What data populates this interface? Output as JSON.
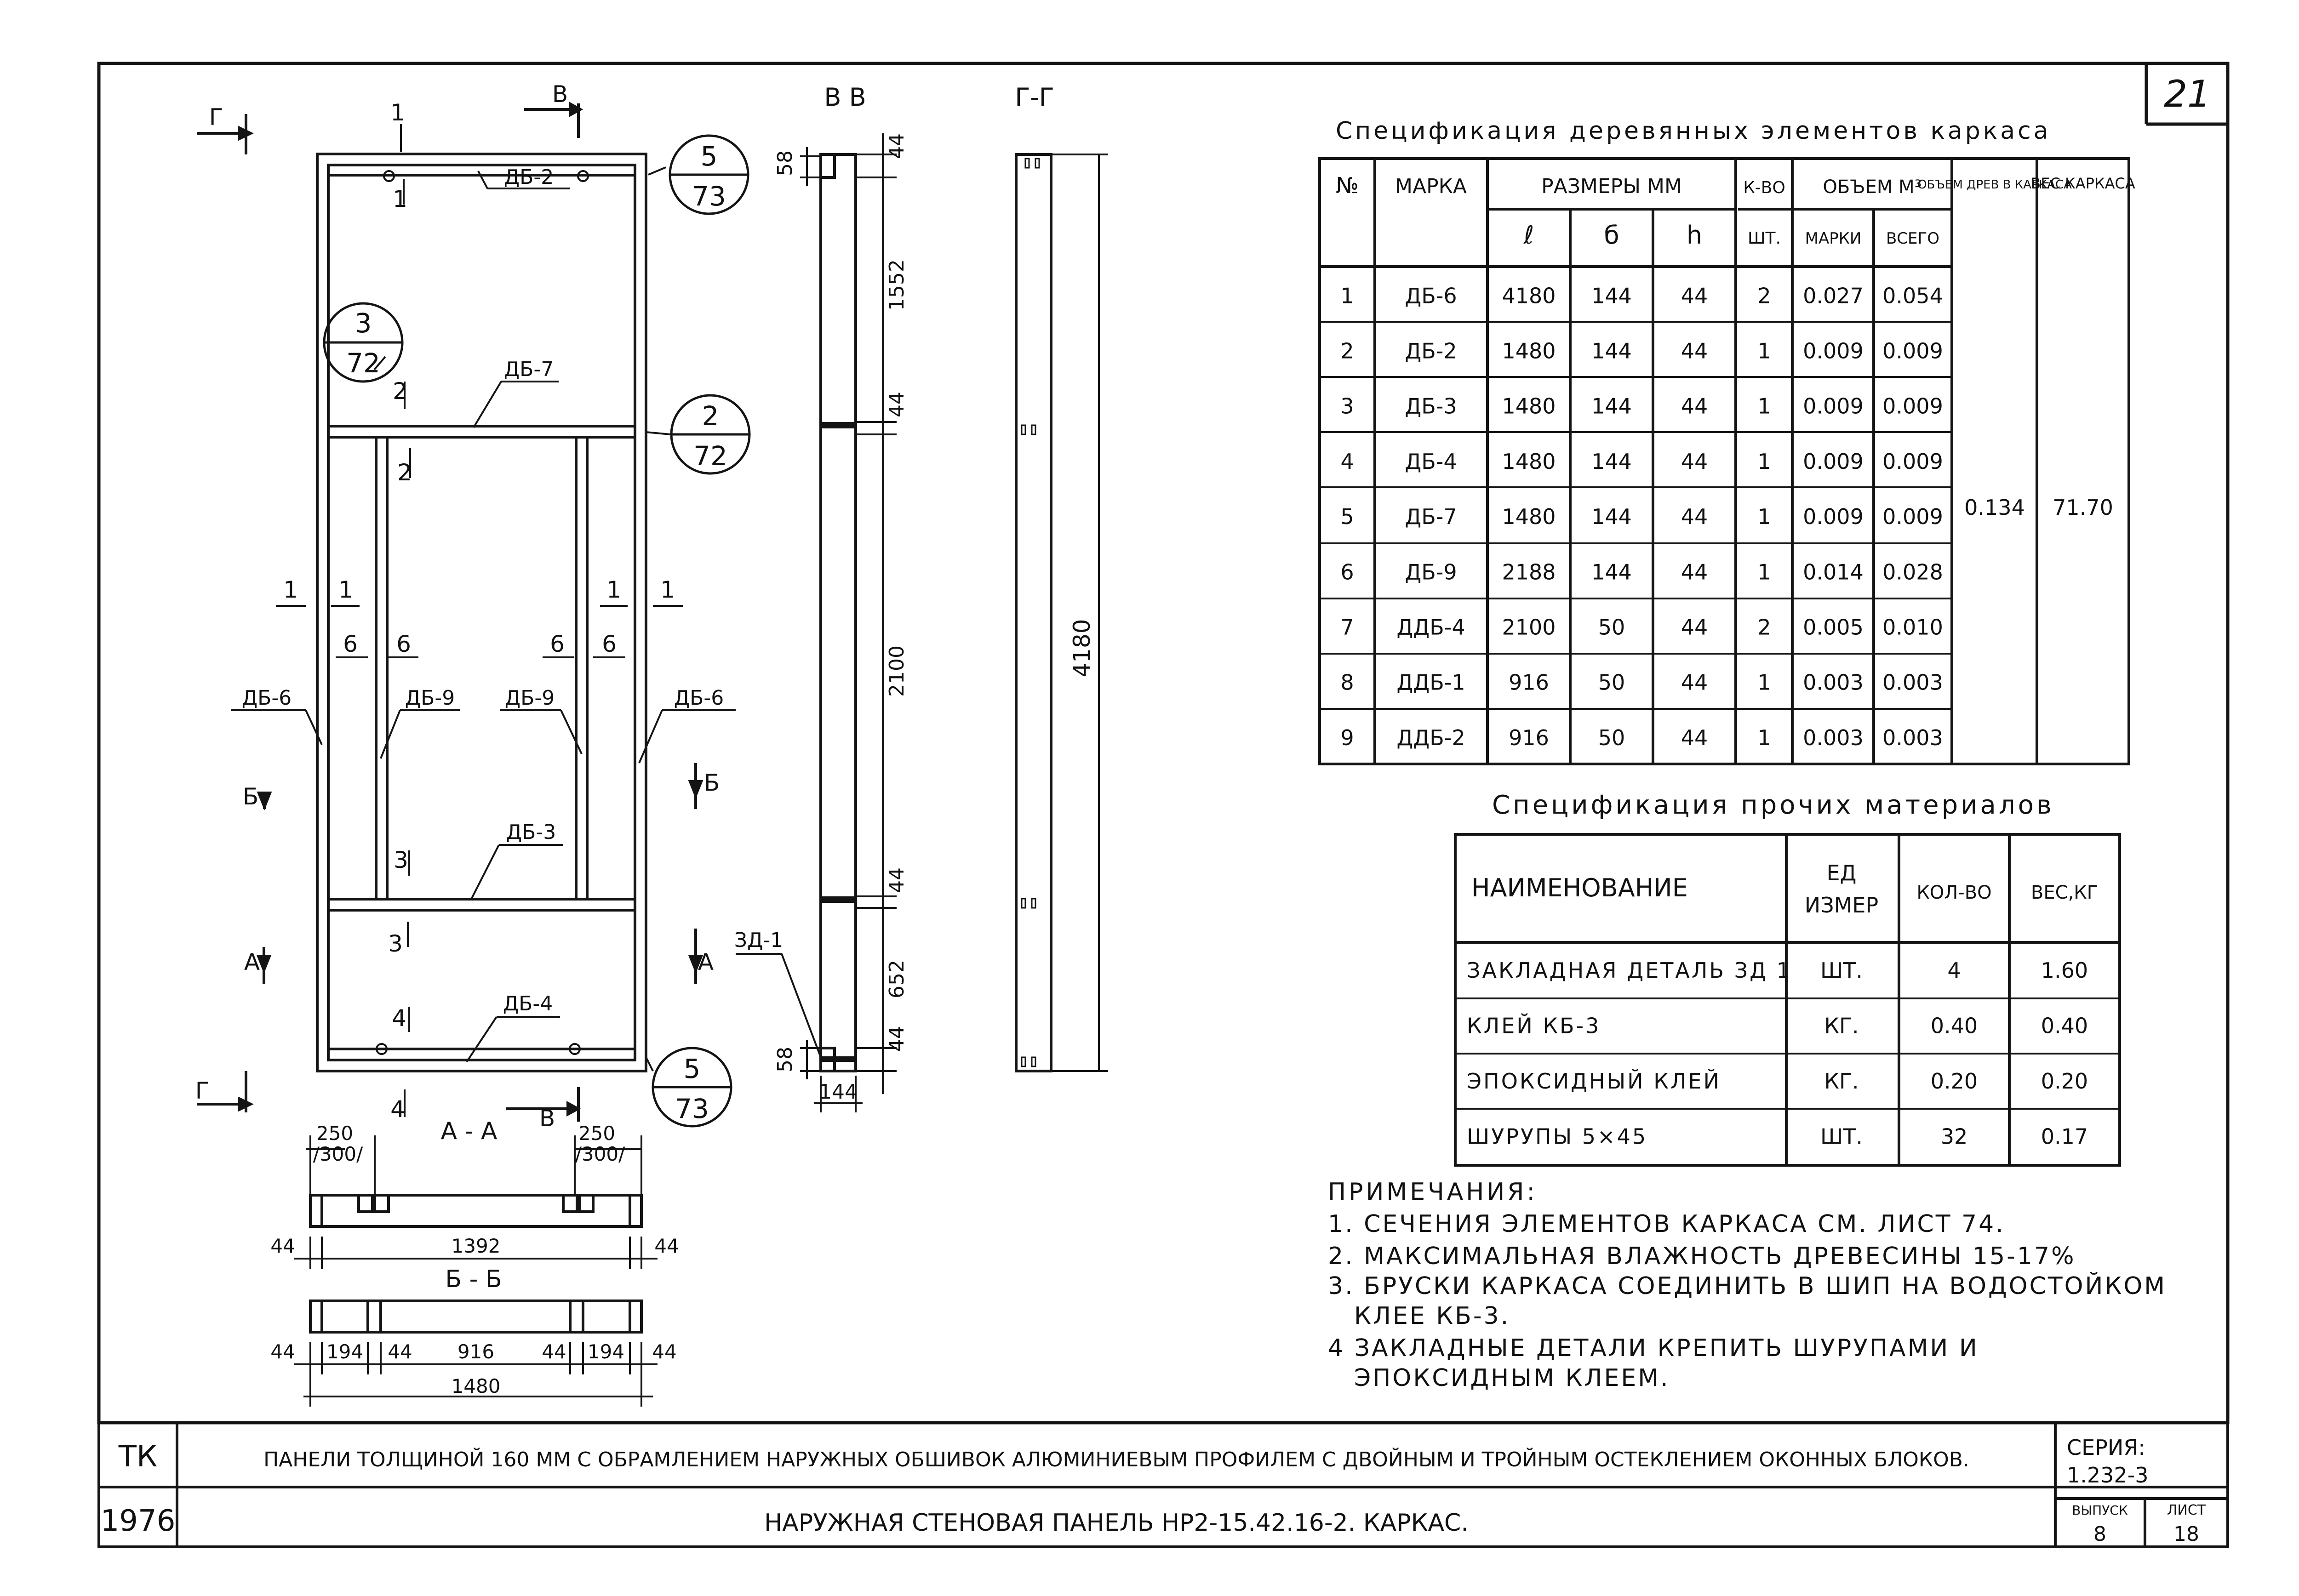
{
  "sheet": {
    "number": "21",
    "line_color": "#141414",
    "background": "#ffffff"
  },
  "front_view": {
    "cut_labels": {
      "g": "Г",
      "v": "В",
      "one": "1",
      "two": "2",
      "three": "3",
      "four": "4",
      "six": "6",
      "b": "Б",
      "a": "А"
    },
    "callouts": [
      {
        "num": "5",
        "den": "73"
      },
      {
        "num": "3",
        "den": "72"
      },
      {
        "num": "2",
        "den": "72"
      },
      {
        "num": "5",
        "den": "73"
      }
    ],
    "member_labels": {
      "db2": "ДБ-2",
      "db7": "ДБ-7",
      "db6": "ДБ-6",
      "db9": "ДБ-9",
      "db3": "ДБ-3",
      "db4": "ДБ-4",
      "zd1": "ЗД-1"
    }
  },
  "section_vv": {
    "title": "В В",
    "dims": [
      "44",
      "58",
      "1552",
      "44",
      "2100",
      "44",
      "652",
      "44",
      "58",
      "144"
    ]
  },
  "section_gg": {
    "title": "Г-Г",
    "length": "4180"
  },
  "section_aa": {
    "title": "А - А",
    "dims": [
      "250",
      "/300/",
      "250",
      "/300/",
      "44",
      "1392",
      "44"
    ]
  },
  "section_bb": {
    "title": "Б - Б",
    "dims": [
      "44",
      "194",
      "44",
      "916",
      "44",
      "194",
      "44",
      "1480"
    ]
  },
  "wood_spec": {
    "title": "Спецификация деревянных элементов каркаса",
    "headers": {
      "num": "№",
      "mark": "МАРКА",
      "sizes": "РАЗМЕРЫ  ММ",
      "qty": "К-ВО",
      "volume": "ОБЪЕМ М³",
      "wood_volume": "ОБЪЕМ ДРЕВ В КАРКАСА",
      "weight": "ВЕС КАРКАСА",
      "l": "ℓ",
      "b": "б",
      "h": "h",
      "unit": "ШТ.",
      "per_mark": "МАРКИ",
      "total": "ВСЕГО"
    },
    "rows": [
      {
        "n": "1",
        "mark": "ДБ-6",
        "l": "4180",
        "b": "144",
        "h": "44",
        "qty": "2",
        "vol": "0.027",
        "total": "0.054"
      },
      {
        "n": "2",
        "mark": "ДБ-2",
        "l": "1480",
        "b": "144",
        "h": "44",
        "qty": "1",
        "vol": "0.009",
        "total": "0.009"
      },
      {
        "n": "3",
        "mark": "ДБ-3",
        "l": "1480",
        "b": "144",
        "h": "44",
        "qty": "1",
        "vol": "0.009",
        "total": "0.009"
      },
      {
        "n": "4",
        "mark": "ДБ-4",
        "l": "1480",
        "b": "144",
        "h": "44",
        "qty": "1",
        "vol": "0.009",
        "total": "0.009"
      },
      {
        "n": "5",
        "mark": "ДБ-7",
        "l": "1480",
        "b": "144",
        "h": "44",
        "qty": "1",
        "vol": "0.009",
        "total": "0.009"
      },
      {
        "n": "6",
        "mark": "ДБ-9",
        "l": "2188",
        "b": "144",
        "h": "44",
        "qty": "1",
        "vol": "0.014",
        "total": "0.028"
      },
      {
        "n": "7",
        "mark": "ДДБ-4",
        "l": "2100",
        "b": "50",
        "h": "44",
        "qty": "2",
        "vol": "0.005",
        "total": "0.010"
      },
      {
        "n": "8",
        "mark": "ДДБ-1",
        "l": "916",
        "b": "50",
        "h": "44",
        "qty": "1",
        "vol": "0.003",
        "total": "0.003"
      },
      {
        "n": "9",
        "mark": "ДДБ-2",
        "l": "916",
        "b": "50",
        "h": "44",
        "qty": "1",
        "vol": "0.003",
        "total": "0.003"
      }
    ],
    "frame_wood_volume": "0.134",
    "frame_weight": "71.70"
  },
  "other_spec": {
    "title": "Спецификация прочих материалов",
    "headers": {
      "name": "НАИМЕНОВАНИЕ",
      "unit_1": "ЕД",
      "unit_2": "ИЗМЕР",
      "qty": "КОЛ-ВО",
      "weight": "ВЕС,КГ"
    },
    "rows": [
      {
        "name": "ЗАКЛАДНАЯ ДЕТАЛЬ ЗД 1",
        "unit": "ШТ.",
        "qty": "4",
        "weight": "1.60"
      },
      {
        "name": "КЛЕЙ  КБ-3",
        "unit": "КГ.",
        "qty": "0.40",
        "weight": "0.40"
      },
      {
        "name": "ЭПОКСИДНЫЙ  КЛЕЙ",
        "unit": "КГ.",
        "qty": "0.20",
        "weight": "0.20"
      },
      {
        "name": "ШУРУПЫ  5×45",
        "unit": "ШТ.",
        "qty": "32",
        "weight": "0.17"
      }
    ]
  },
  "notes": {
    "title": "ПРИМЕЧАНИЯ:",
    "lines": [
      "1. СЕЧЕНИЯ ЭЛЕМЕНТОВ КАРКАСА СМ. ЛИСТ 74.",
      "2. МАКСИМАЛЬНАЯ ВЛАЖНОСТЬ ДРЕВЕСИНЫ 15-17%",
      "3. БРУСКИ КАРКАСА СОЕДИНИТЬ В ШИП НА ВОДОСТОЙКОМ",
      "КЛЕЕ КБ-3.",
      "4 ЗАКЛАДНЫЕ ДЕТАЛИ КРЕПИТЬ ШУРУПАМИ И",
      "ЭПОКСИДНЫМ   КЛЕЕМ."
    ]
  },
  "title_block": {
    "code": "ТК",
    "year": "1976",
    "series_title": "ПАНЕЛИ ТОЛЩИНОЙ 160 ММ С ОБРАМЛЕНИЕМ НАРУЖНЫХ ОБШИВОК  АЛЮМИНИЕВЫМ ПРОФИЛЕМ С ДВОЙНЫМ И ТРОЙНЫМ ОСТЕКЛЕНИЕМ  ОКОННЫХ  БЛОКОВ.",
    "sheet_title": "НАРУЖНАЯ СТЕНОВАЯ ПАНЕЛЬ НР2-15.42.16-2. КАРКАС.",
    "series_label": "СЕРИЯ:",
    "series_value": "1.232-3",
    "issue_label": "ВЫПУСК",
    "issue_value": "8",
    "list_label": "ЛИСТ",
    "list_value": "18"
  }
}
